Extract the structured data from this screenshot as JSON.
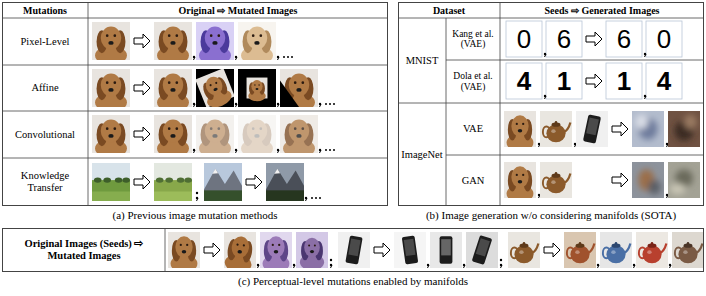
{
  "diagram": {
    "nodes": [
      {
        "text": [
          "(a) Previous image mutation methods"
        ]
      },
      {
        "text": [
          "(b) Image generation w/o considering manifolds (SOTA)"
        ]
      },
      {
        "text": [
          "(c) Perceptual-level mutations enabled by manifolds"
        ]
      }
    ],
    "labels": [
      "Mutations",
      "Original ⇨ Mutated Images",
      "Pixel-Level",
      "Affine",
      "Convolutional",
      "Knowledge Transfer",
      "Dataset",
      "Seeds ⇨ Generated Images",
      "MNIST",
      "Kang et al. (VAE)",
      "Dola et al. (VAE)",
      "ImageNet",
      "VAE",
      "GAN",
      "0",
      "6",
      "6",
      "0",
      "4",
      "1",
      "1",
      "4",
      "Original Images (Seeds) ⇨ Mutated Images"
    ]
  }
}
